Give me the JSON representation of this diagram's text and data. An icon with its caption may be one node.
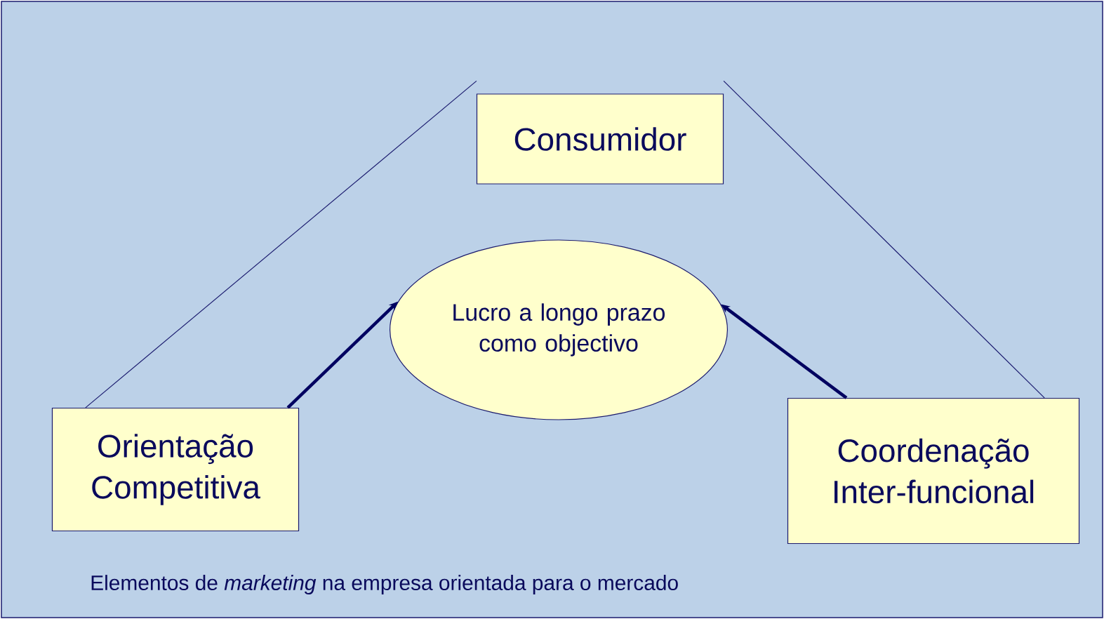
{
  "diagram": {
    "caption": "Elementos de *marketing* na empresa orientada para o mercado",
    "nodes": [
      {
        "text": [
          "Consumidor"
        ]
      },
      {
        "text": [
          "Lucro a longo prazo como objectivo"
        ]
      },
      {
        "text": [
          "Orientação Competitiva"
        ]
      },
      {
        "text": [
          "Coordenação Inter-funcional"
        ]
      }
    ],
    "edges": [
      {
        "from": 0,
        "to": 2,
        "arrow": "none"
      },
      {
        "from": 0,
        "to": 3,
        "arrow": "none"
      },
      {
        "from": 2,
        "to": 1,
        "arrow": "to",
        "style": "thick"
      },
      {
        "from": 3,
        "to": 1,
        "arrow": "to",
        "style": "thick"
      }
    ]
  }
}
